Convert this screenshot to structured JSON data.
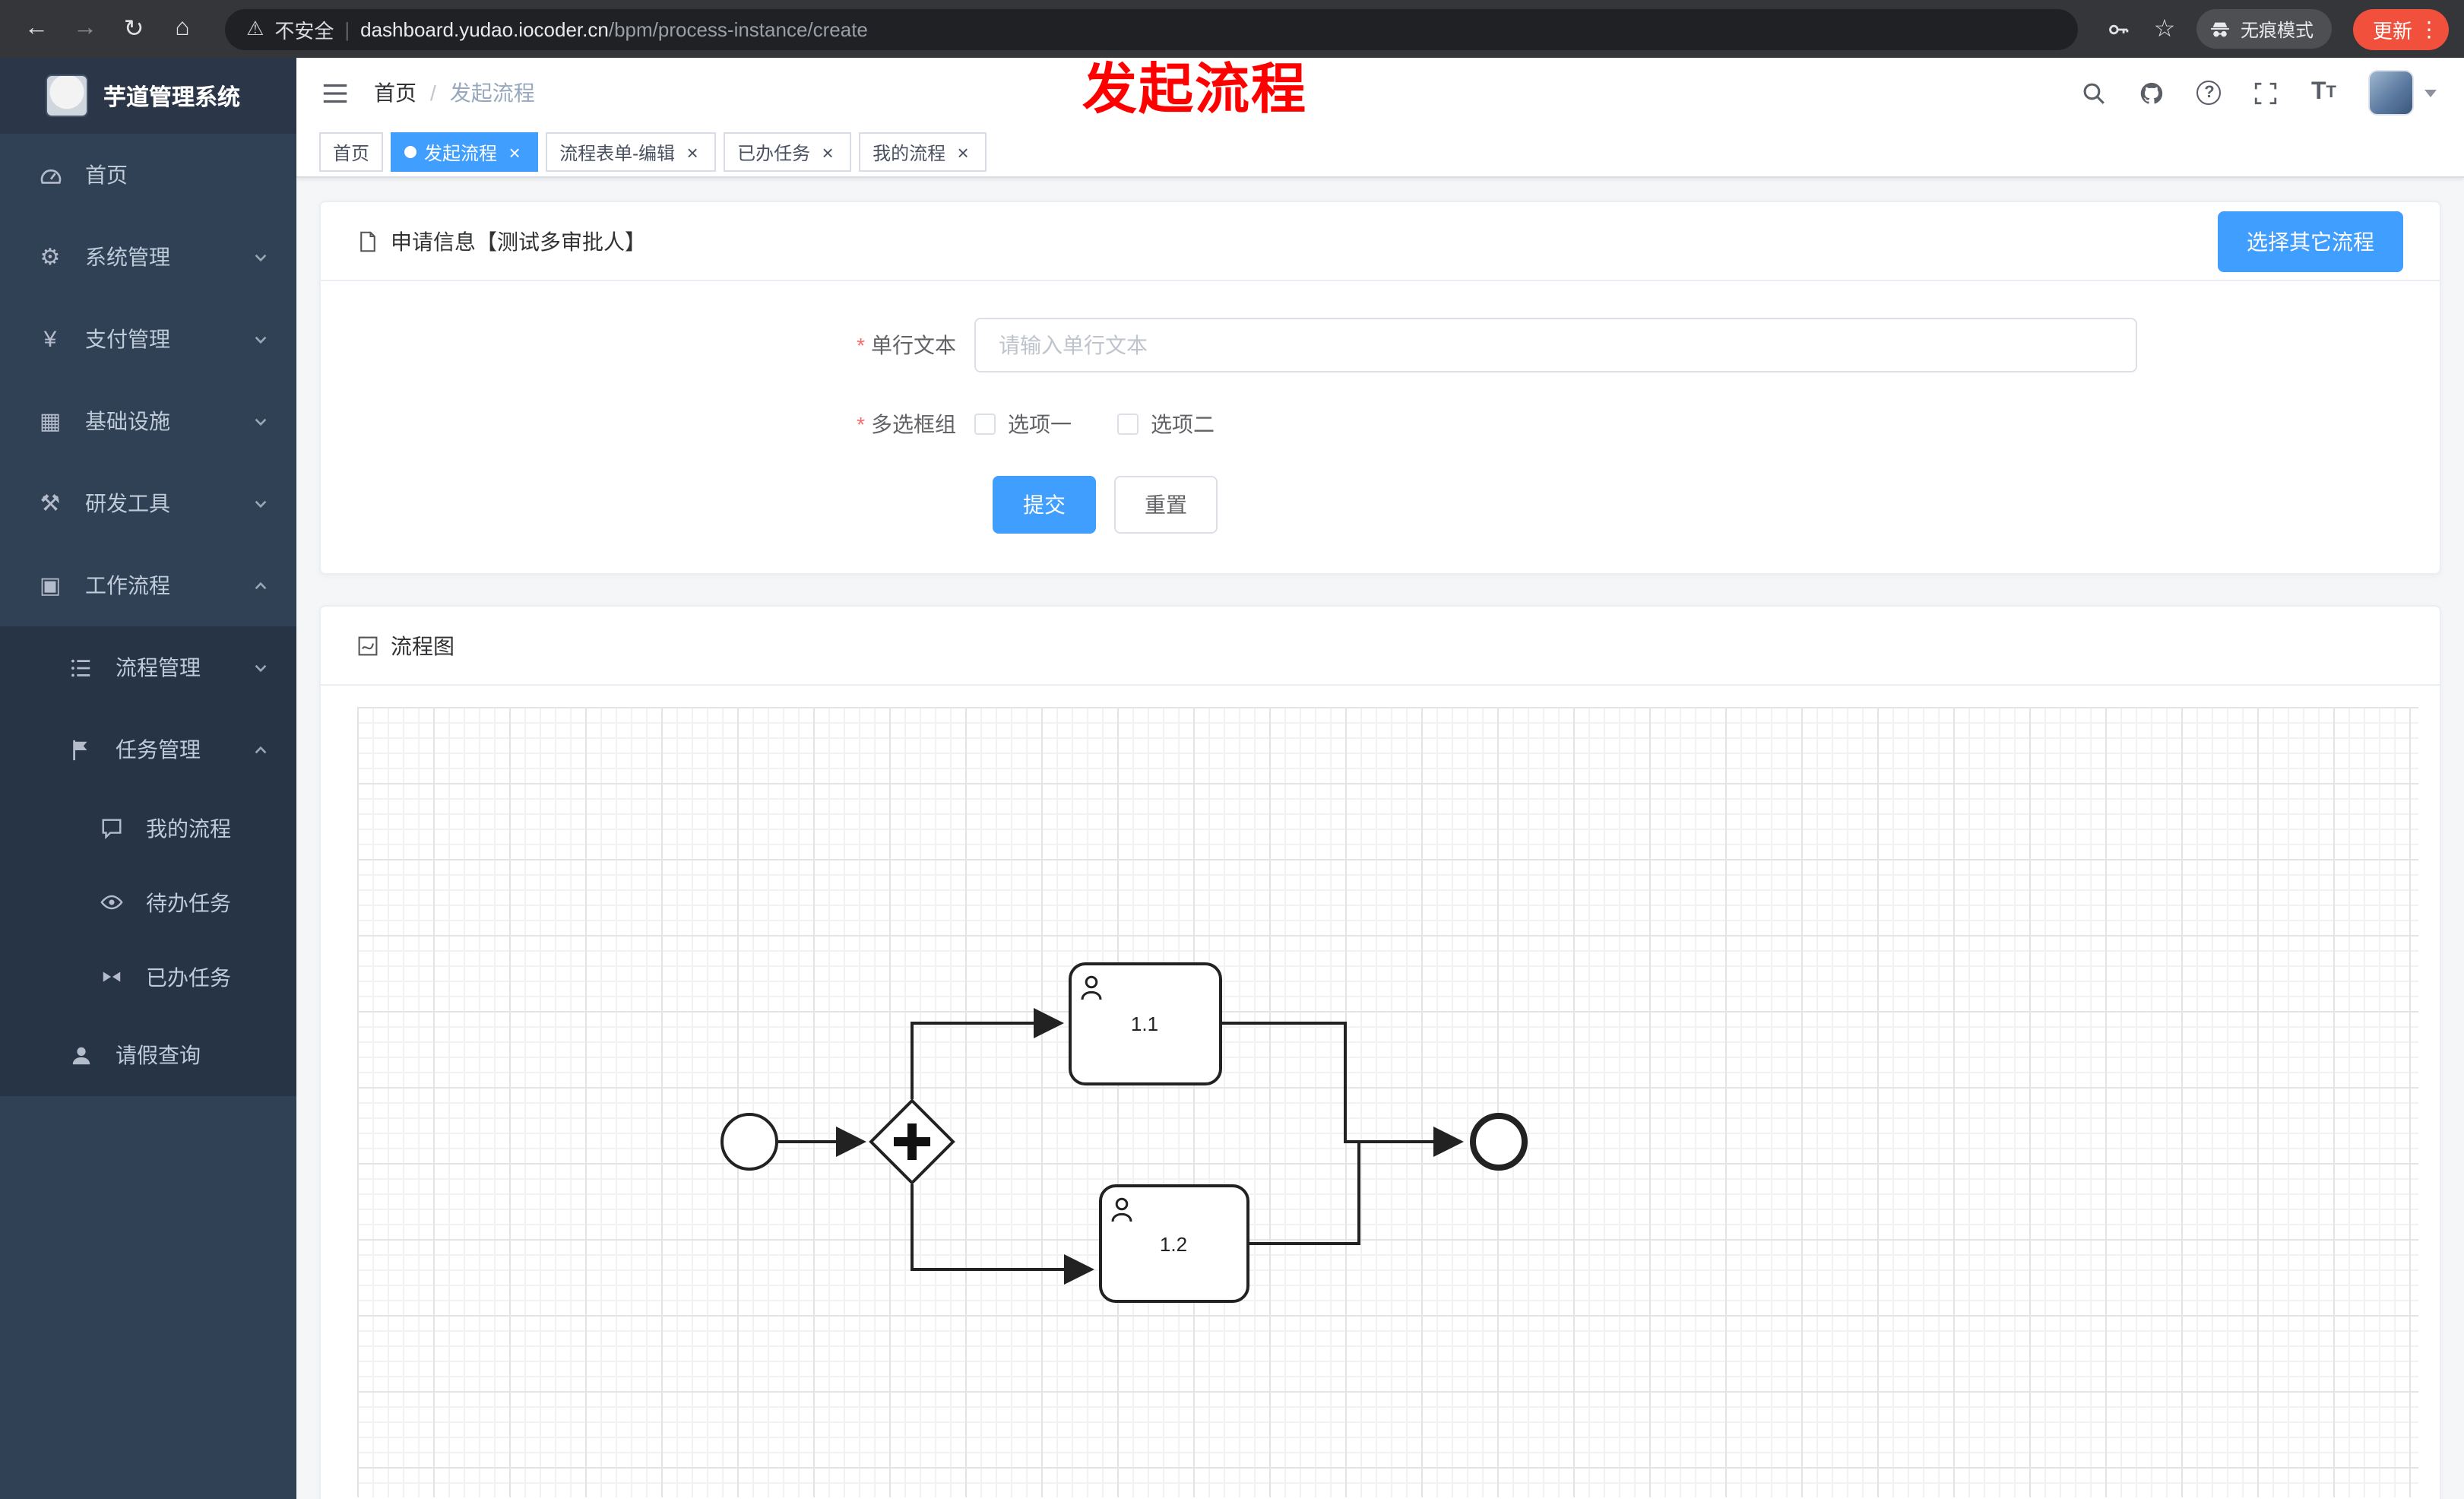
{
  "browser": {
    "security_label": "不安全",
    "url_domain": "dashboard.yudao.iocoder.cn",
    "url_path": "/bpm/process-instance/create",
    "incognito_label": "无痕模式",
    "update_label": "更新"
  },
  "annotation": {
    "text": "发起流程"
  },
  "sidebar": {
    "logo_title": "芋道管理系统",
    "items": [
      {
        "label": "首页"
      },
      {
        "label": "系统管理"
      },
      {
        "label": "支付管理"
      },
      {
        "label": "基础设施"
      },
      {
        "label": "研发工具"
      },
      {
        "label": "工作流程"
      },
      {
        "label": "流程管理"
      },
      {
        "label": "任务管理"
      },
      {
        "label": "我的流程"
      },
      {
        "label": "待办任务"
      },
      {
        "label": "已办任务"
      },
      {
        "label": "请假查询"
      }
    ]
  },
  "breadcrumb": {
    "home": "首页",
    "current": "发起流程"
  },
  "tabs": [
    {
      "label": "首页"
    },
    {
      "label": "发起流程"
    },
    {
      "label": "流程表单-编辑"
    },
    {
      "label": "已办任务"
    },
    {
      "label": "我的流程"
    }
  ],
  "form_card": {
    "title": "申请信息【测试多审批人】",
    "select_other_button": "选择其它流程",
    "text_label": "单行文本",
    "text_placeholder": "请输入单行文本",
    "checkbox_label": "多选框组",
    "option1": "选项一",
    "option2": "选项二",
    "submit_label": "提交",
    "reset_label": "重置"
  },
  "diagram_card": {
    "title": "流程图",
    "task1_label": "1.1",
    "task2_label": "1.2"
  },
  "colors": {
    "primary": "#409eff",
    "sidebar_bg": "#304156",
    "annotation_red": "#ff0000",
    "update_pill": "#f0503c"
  }
}
